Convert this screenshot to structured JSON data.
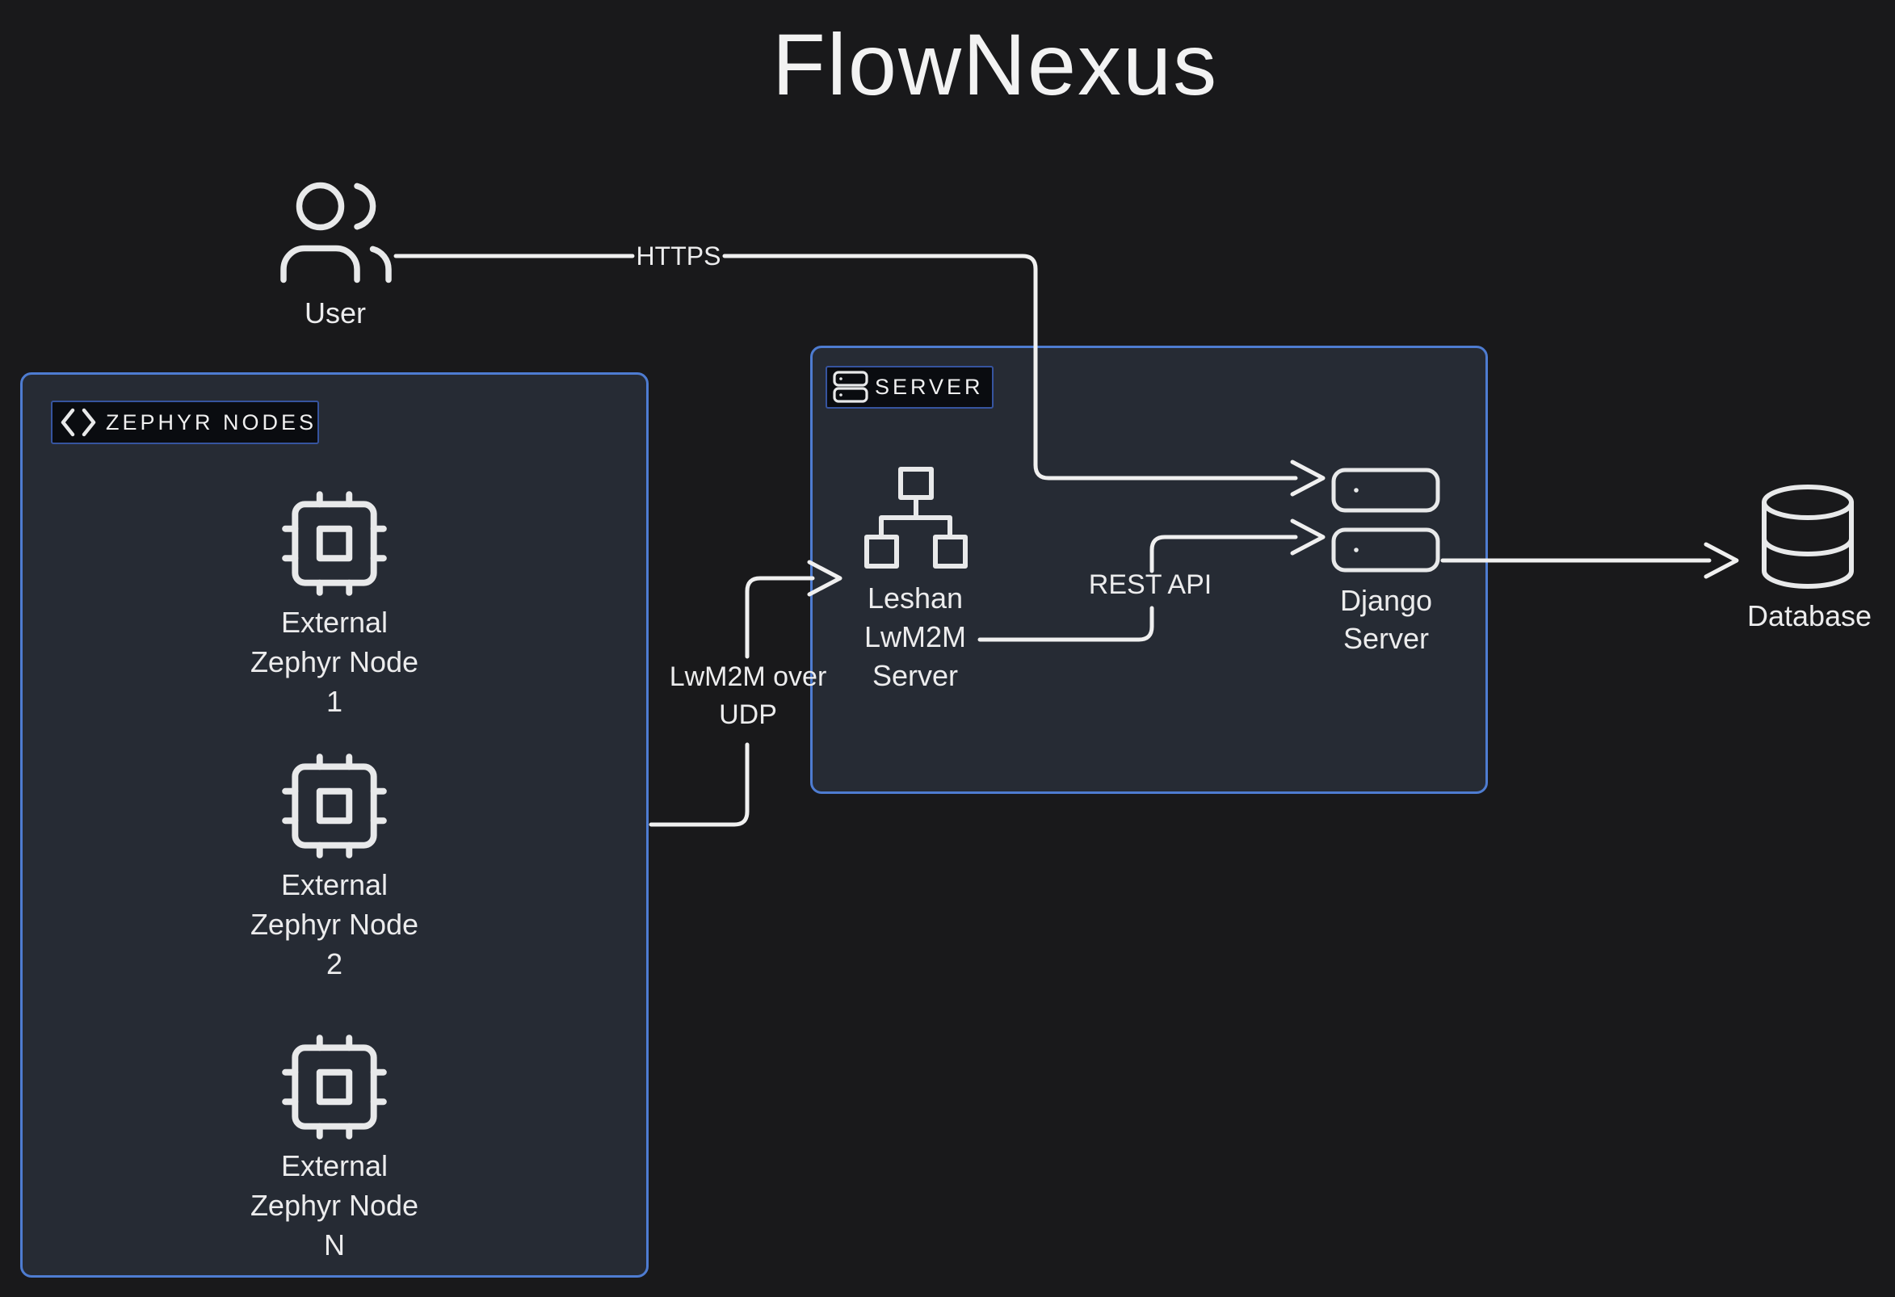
{
  "title": "FlowNexus",
  "user": {
    "label": "User"
  },
  "connections": {
    "https_label": "HTTPS",
    "rest_api_label": "REST API",
    "lwm2m_line1": "LwM2M over",
    "lwm2m_line2": "UDP"
  },
  "zephyr_box": {
    "header": "ZEPHYR NODES",
    "nodes": [
      {
        "line1": "External",
        "line2": "Zephyr Node",
        "line3": "1"
      },
      {
        "line1": "External",
        "line2": "Zephyr Node",
        "line3": "2"
      },
      {
        "line1": "External",
        "line2": "Zephyr Node",
        "line3": "N"
      }
    ]
  },
  "server_box": {
    "header": "SERVER",
    "leshan": {
      "line1": "Leshan",
      "line2": "LwM2M",
      "line3": "Server"
    },
    "django": {
      "line1": "Django",
      "line2": "Server"
    }
  },
  "database": {
    "label": "Database"
  },
  "colors": {
    "background": "#19191b",
    "box_fill": "#262b34",
    "box_border_blue": "#4e7cd1",
    "badge_border_blue": "#36549f",
    "badge_fill": "#0a0c10",
    "line_white": "#f0f0f0",
    "text": "#ececed"
  }
}
